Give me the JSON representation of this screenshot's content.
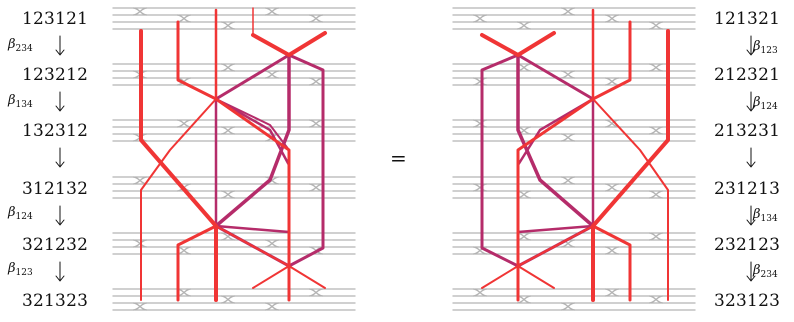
{
  "equals_sign": "=",
  "colors": {
    "strand": "#b3b3b3",
    "red": "#f03535",
    "purple": "#b52c6a"
  },
  "left": {
    "words": [
      "123121",
      "123212",
      "132312",
      "312132",
      "321232",
      "321323"
    ],
    "moves": [
      {
        "beta": "β",
        "index": "234"
      },
      {
        "beta": "β",
        "index": "134"
      },
      {
        "beta": "",
        "index": ""
      },
      {
        "beta": "β",
        "index": "124"
      },
      {
        "beta": "β",
        "index": "123"
      }
    ]
  },
  "right": {
    "words": [
      "121321",
      "212321",
      "213231",
      "231213",
      "232123",
      "323123"
    ],
    "moves": [
      {
        "beta": "β",
        "index": "123"
      },
      {
        "beta": "β",
        "index": "124"
      },
      {
        "beta": "",
        "index": ""
      },
      {
        "beta": "β",
        "index": "134"
      },
      {
        "beta": "β",
        "index": "234"
      }
    ]
  }
}
